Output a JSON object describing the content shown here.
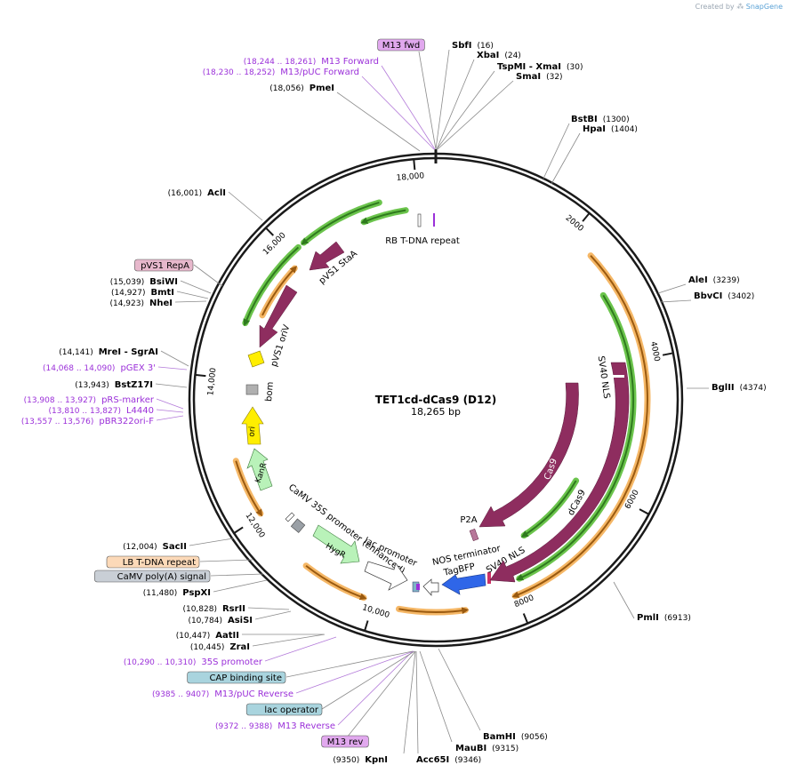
{
  "brand": {
    "created_by": "Created by",
    "app": "SnapGene",
    "logo_icon": "snapgene-logo-icon"
  },
  "plasmid": {
    "name": "TET1cd-dCas9 (D12)",
    "length_label": "18,265 bp",
    "total_bp": 18265
  },
  "ruler_ticks": [
    "2000",
    "4000",
    "6000",
    "8000",
    "10,000",
    "12,000",
    "14,000",
    "16,000",
    "18,000"
  ],
  "sites": [
    {
      "name": "SbfI",
      "pos": "(16)",
      "color": "#000000"
    },
    {
      "name": "XbaI",
      "pos": "(24)",
      "color": "#000000"
    },
    {
      "name": "TspMI  -  XmaI",
      "pos": "(30)",
      "color": "#000000"
    },
    {
      "name": "SmaI",
      "pos": "(32)",
      "color": "#000000"
    },
    {
      "name": "BstBI",
      "pos": "(1300)",
      "color": "#000000"
    },
    {
      "name": "HpaI",
      "pos": "(1404)",
      "color": "#000000"
    },
    {
      "name": "AleI",
      "pos": "(3239)",
      "color": "#000000"
    },
    {
      "name": "BbvCI",
      "pos": "(3402)",
      "color": "#000000"
    },
    {
      "name": "BglII",
      "pos": "(4374)",
      "color": "#000000"
    },
    {
      "name": "PmlI",
      "pos": "(6913)",
      "color": "#000000"
    },
    {
      "name": "BamHI",
      "pos": "(9056)",
      "color": "#000000"
    },
    {
      "name": "MauBI",
      "pos": "(9315)",
      "color": "#000000"
    },
    {
      "name": "Acc65I",
      "pos": "(9346)",
      "color": "#000000"
    },
    {
      "name": "KpnI",
      "pos": "(9350)",
      "color": "#000000"
    },
    {
      "name": "M13 Reverse",
      "pos": "(9372 .. 9388)",
      "color": "#9b30d9"
    },
    {
      "name": "lac operator",
      "pos": "",
      "color": "#000000"
    },
    {
      "name": "M13/pUC Reverse",
      "pos": "(9385 .. 9407)",
      "color": "#9b30d9"
    },
    {
      "name": "CAP binding site",
      "pos": "",
      "color": "#000000"
    },
    {
      "name": "35S promoter",
      "pos": "(10,290 .. 10,310)",
      "color": "#9b30d9"
    },
    {
      "name": "ZraI",
      "pos": "(10,445)",
      "color": "#000000"
    },
    {
      "name": "AatII",
      "pos": "(10,447)",
      "color": "#000000"
    },
    {
      "name": "AsiSI",
      "pos": "(10,784)",
      "color": "#000000"
    },
    {
      "name": "RsrII",
      "pos": "(10,828)",
      "color": "#000000"
    },
    {
      "name": "PspXI",
      "pos": "(11,480)",
      "color": "#000000"
    },
    {
      "name": "CaMV poly(A) signal",
      "pos": "",
      "color": "#000000"
    },
    {
      "name": "LB T-DNA repeat",
      "pos": "",
      "color": "#000000"
    },
    {
      "name": "SacII",
      "pos": "(12,004)",
      "color": "#000000"
    },
    {
      "name": "pBR322ori-F",
      "pos": "(13,557 .. 13,576)",
      "color": "#9b30d9"
    },
    {
      "name": "L4440",
      "pos": "(13,810 .. 13,827)",
      "color": "#9b30d9"
    },
    {
      "name": "pRS-marker",
      "pos": "(13,908 .. 13,927)",
      "color": "#9b30d9"
    },
    {
      "name": "BstZ17I",
      "pos": "(13,943)",
      "color": "#000000"
    },
    {
      "name": "pGEX 3'",
      "pos": "(14,068 .. 14,090)",
      "color": "#9b30d9"
    },
    {
      "name": "MreI  -  SgrAI",
      "pos": "(14,141)",
      "color": "#000000"
    },
    {
      "name": "NheI",
      "pos": "(14,923)",
      "color": "#000000"
    },
    {
      "name": "BmtI",
      "pos": "(14,927)",
      "color": "#000000"
    },
    {
      "name": "BsiWI",
      "pos": "(15,039)",
      "color": "#000000"
    },
    {
      "name": "pVS1 RepA",
      "pos": "",
      "color": "#000000"
    },
    {
      "name": "AclI",
      "pos": "(16,001)",
      "color": "#000000"
    },
    {
      "name": "PmeI",
      "pos": "(18,056)",
      "color": "#000000"
    },
    {
      "name": "M13/pUC Forward",
      "pos": "(18,230 .. 18,252)",
      "color": "#9b30d9"
    },
    {
      "name": "M13 Forward",
      "pos": "(18,244 .. 18,261)",
      "color": "#9b30d9"
    },
    {
      "name": "M13 fwd",
      "pos": "",
      "color": "#000000"
    },
    {
      "name": "M13 rev",
      "pos": "",
      "color": "#000000"
    }
  ],
  "features": [
    {
      "name": "SV40 NLS",
      "color": "#8e2d5f"
    },
    {
      "name": "Cas9",
      "color": "#8e2d5f"
    },
    {
      "name": "dCas9",
      "color": "#8e2d5f"
    },
    {
      "name": "P2A",
      "color": "#b8789a"
    },
    {
      "name": "SV40 NLS",
      "color": "#8e2d5f"
    },
    {
      "name": "NOS terminator",
      "color": "#ffffff"
    },
    {
      "name": "TagBFP",
      "color": "#2f66e8"
    },
    {
      "name": "lac promoter",
      "color": "#ffffff"
    },
    {
      "name": "CaMV 35S promoter (enhanced)",
      "color": "#ffffff"
    },
    {
      "name": "HygR",
      "color": "#b9f2b9"
    },
    {
      "name": "KanR",
      "color": "#b9f2b9"
    },
    {
      "name": "ori",
      "color": "#ffee00"
    },
    {
      "name": "bom",
      "color": "#b0b0b0"
    },
    {
      "name": "pVS1 oriV",
      "color": "#ffee00"
    },
    {
      "name": "pVS1 StaA",
      "color": "#8e2d5f"
    },
    {
      "name": "RB T-DNA repeat",
      "color": "#ffffff"
    }
  ],
  "colors": {
    "orf": "#f5b766",
    "orf_edge": "#9a5a10",
    "green": "#6bc44c",
    "green_edge": "#2f7a1e",
    "primer": "#9b30d9",
    "backbone": "#1a1a1a"
  }
}
